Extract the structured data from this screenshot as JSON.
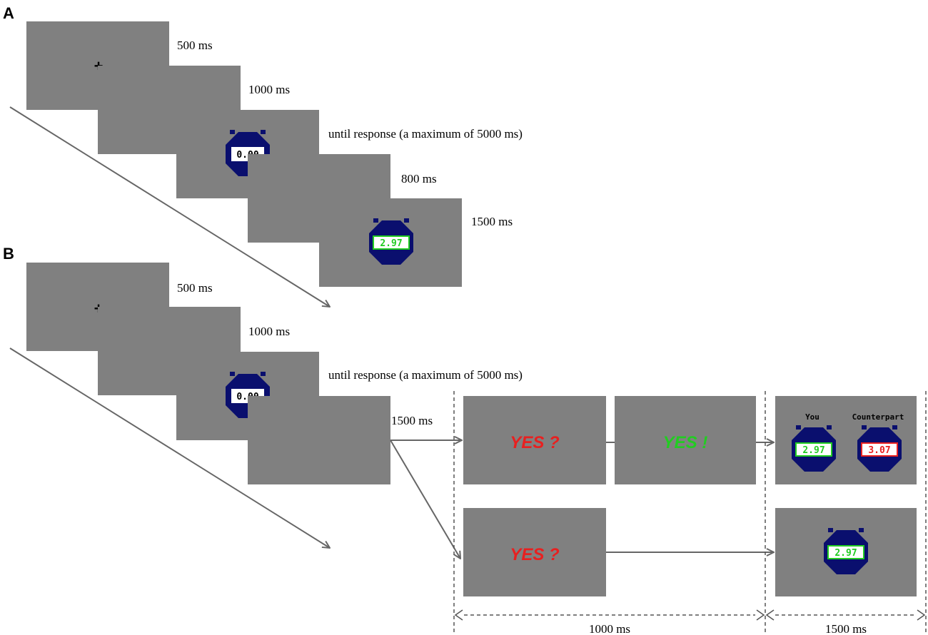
{
  "panels": {
    "a": "A",
    "b": "B"
  },
  "fixation": "+",
  "timings": {
    "a_fixation": "500 ms",
    "a_blank": "1000 ms",
    "a_response": "until response (a maximum of 5000 ms)",
    "a_delay": "800 ms",
    "a_feedback": "1500 ms",
    "b_fixation": "500 ms",
    "b_blank": "1000 ms",
    "b_response": "until response (a maximum of 5000 ms)",
    "b_delay": "1500 ms",
    "outcome_phase": "1000 ms",
    "feedback_phase": "1500 ms"
  },
  "clocks": {
    "start": "0.00",
    "own_time": "2.97",
    "counterpart_time": "3.07"
  },
  "feedback_labels": {
    "you": "You",
    "counterpart": "Counterpart"
  },
  "outcomes": {
    "question": "YES ?",
    "exclaim": "YES !"
  },
  "colors": {
    "screen": "#808080",
    "clock": "#0a0f6e",
    "green": "#22cc22",
    "red": "#e82020",
    "arrow": "#666666"
  }
}
